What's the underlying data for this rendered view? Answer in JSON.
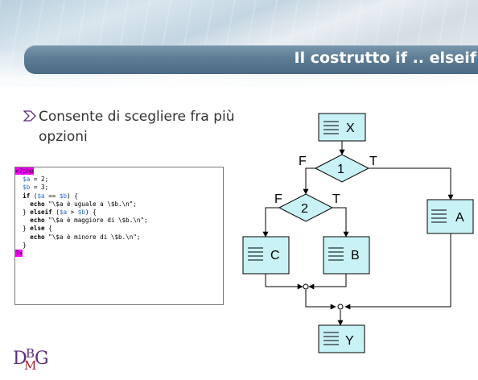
{
  "slide": {
    "title": "Il costrutto if .. elseif",
    "bullet_text": "Consente di scegliere fra più opzioni",
    "logo": {
      "d": "D",
      "b": "B",
      "m": "M",
      "g": "G"
    },
    "colors": {
      "title_bar": "#5d7d95",
      "box_fill": "#c8f2f6",
      "php_tag": "#ff00ff",
      "variable": "#2a6bd4"
    }
  },
  "code": {
    "lines": [
      "<?php",
      "  $a = 2;",
      "  $b = 3;",
      "  if ($a == $b) {",
      "    echo \"\\$a è uguale a \\$b.\\n\";",
      "  } elseif ($a > $b) {",
      "    echo \"\\$a è maggiore di \\$b.\\n\";",
      "  } else {",
      "    echo \"\\$a è minore di \\$b.\\n\";",
      "  }",
      "?>"
    ]
  },
  "flowchart": {
    "nodes": {
      "x": "X",
      "d1": "1",
      "d2": "2",
      "a": "A",
      "b": "B",
      "c": "C",
      "y": "Y"
    },
    "branches": {
      "d1_false": "F",
      "d1_true": "T",
      "d2_false": "F",
      "d2_true": "T"
    },
    "icon": "hamburger-lines-icon"
  }
}
